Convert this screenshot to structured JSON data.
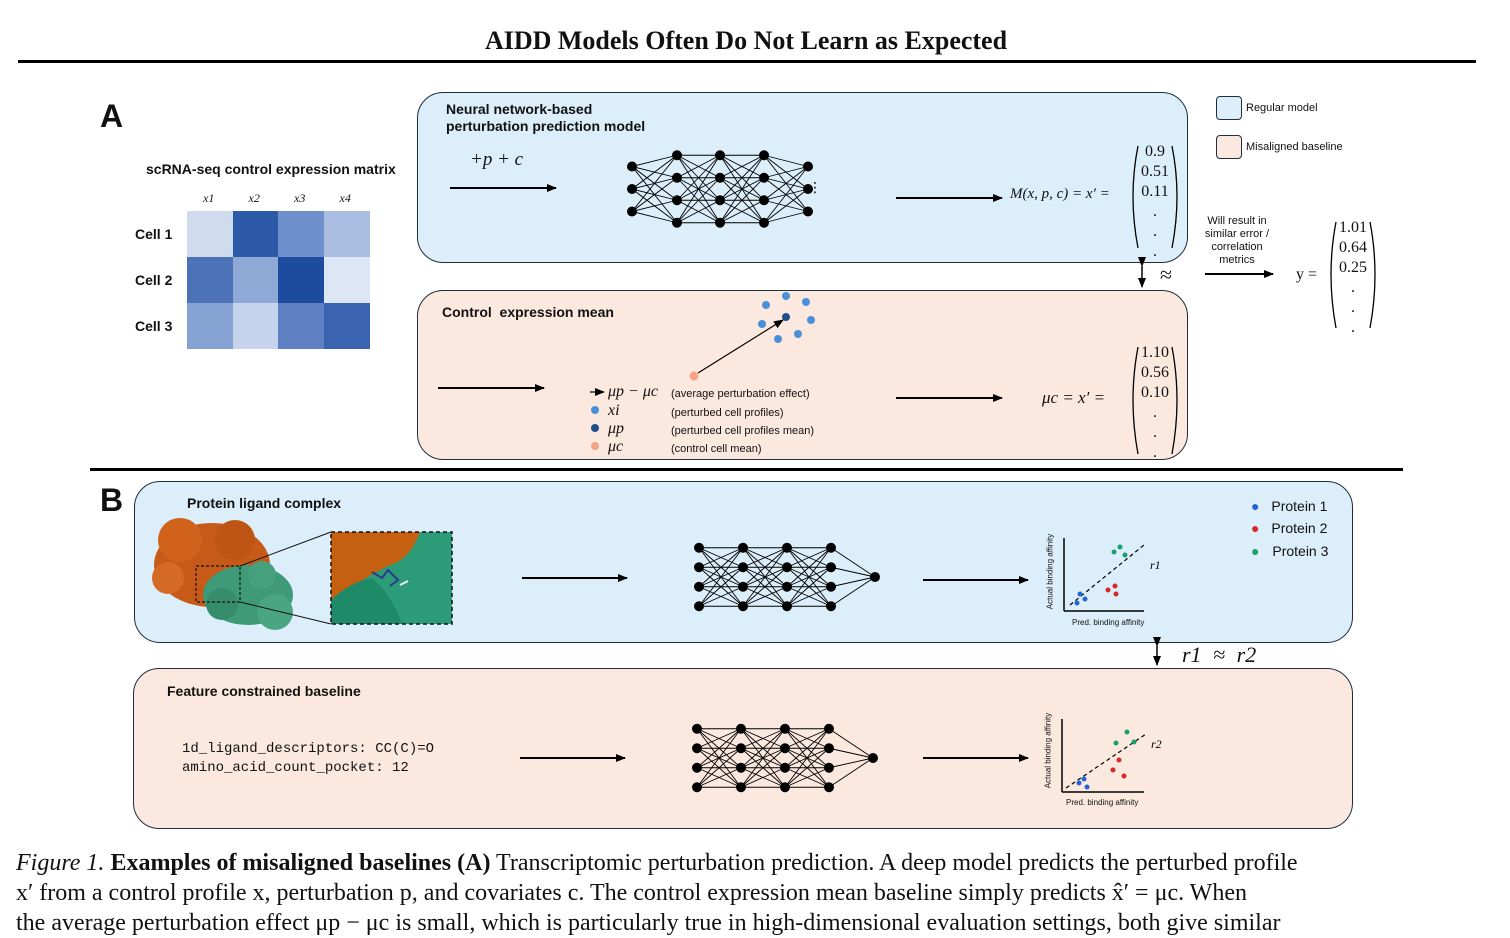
{
  "title": "AIDD Models Often Do Not Learn as Expected",
  "colors": {
    "blue_box": "#dbeef9",
    "peach_box": "#fbe9e0",
    "protein1": "#2563d8",
    "protein2": "#d62828",
    "protein3": "#1a9e6e",
    "perturbed_cell": "#4a90d9",
    "perturbed_mean": "#1f4e8c",
    "control_mean": "#f4a582"
  },
  "panel_a": {
    "letter": "A",
    "matrix": {
      "title": "scRNA-seq control expression matrix",
      "columns": [
        "x1",
        "x2",
        "x3",
        "x4"
      ],
      "rows": [
        "Cell 1",
        "Cell 2",
        "Cell 3"
      ],
      "cell_colors": [
        [
          "#cfdcee",
          "#2c5aa8",
          "#6e90cc",
          "#a9bde0"
        ],
        [
          "#4c72b7",
          "#8ea9d6",
          "#1d4b9e",
          "#dce6f4"
        ],
        [
          "#86a2d3",
          "#c5d4ec",
          "#5f81c4",
          "#3a63b0"
        ]
      ]
    },
    "model_box": {
      "label_line1": "Neural network-based",
      "label_line2": "perturbation prediction model",
      "input": "+p + c",
      "output_expr": "M(x, p, c) = x′ =",
      "output_vector": [
        "0.9",
        "0.51",
        "0.11",
        ".",
        ".",
        "."
      ]
    },
    "baseline_box": {
      "label": "Control  expression mean",
      "output_expr": "μc = x′ =",
      "output_vector": [
        "1.10",
        "0.56",
        "0.10",
        ".",
        ".",
        "."
      ],
      "legend": [
        {
          "symbol": "μp − μc",
          "desc": "(average perturbation effect)"
        },
        {
          "symbol": "xi",
          "desc": "(perturbed cell profiles)"
        },
        {
          "symbol": "μp",
          "desc": "(perturbed cell profiles mean)"
        },
        {
          "symbol": "μc",
          "desc": "(control cell mean)"
        }
      ]
    },
    "approx": "≈",
    "result_text": [
      "Will result in",
      "similar error /",
      "correlation",
      "metrics"
    ],
    "y_label": "y =",
    "y_vector": [
      "1.01",
      "0.64",
      "0.25",
      ".",
      ".",
      "."
    ],
    "legend": {
      "regular": "Regular model",
      "misaligned": "Misaligned baseline"
    }
  },
  "panel_b": {
    "letter": "B",
    "complex_box": {
      "label": "Protein ligand complex"
    },
    "baseline_box": {
      "label": "Feature constrained baseline",
      "features": [
        "1d_ligand_descriptors: CC(C)=O",
        "amino_acid_count_pocket: 12"
      ]
    },
    "scatter_top": {
      "xlabel": "Pred. binding affinity",
      "ylabel": "Actual binding affinity",
      "r_label": "r1"
    },
    "scatter_bottom": {
      "xlabel": "Pred. binding affinity",
      "ylabel": "Actual binding affinity",
      "r_label": "r2"
    },
    "legend": [
      "Protein 1",
      "Protein 2",
      "Protein 3"
    ],
    "approx": "r1 ≈ r2"
  },
  "caption": {
    "prefix": "Figure 1.",
    "bold": "Examples of misaligned baselines (A)",
    "line1_rest": " Transcriptomic perturbation prediction. A deep model predicts the perturbed profile",
    "line2": "x′ from a control profile x, perturbation p, and covariates c. The control expression mean baseline simply predicts x̂′ = μc. When",
    "line3": "the average perturbation effect μp − μc is small, which is particularly true in high-dimensional evaluation settings, both give similar"
  }
}
